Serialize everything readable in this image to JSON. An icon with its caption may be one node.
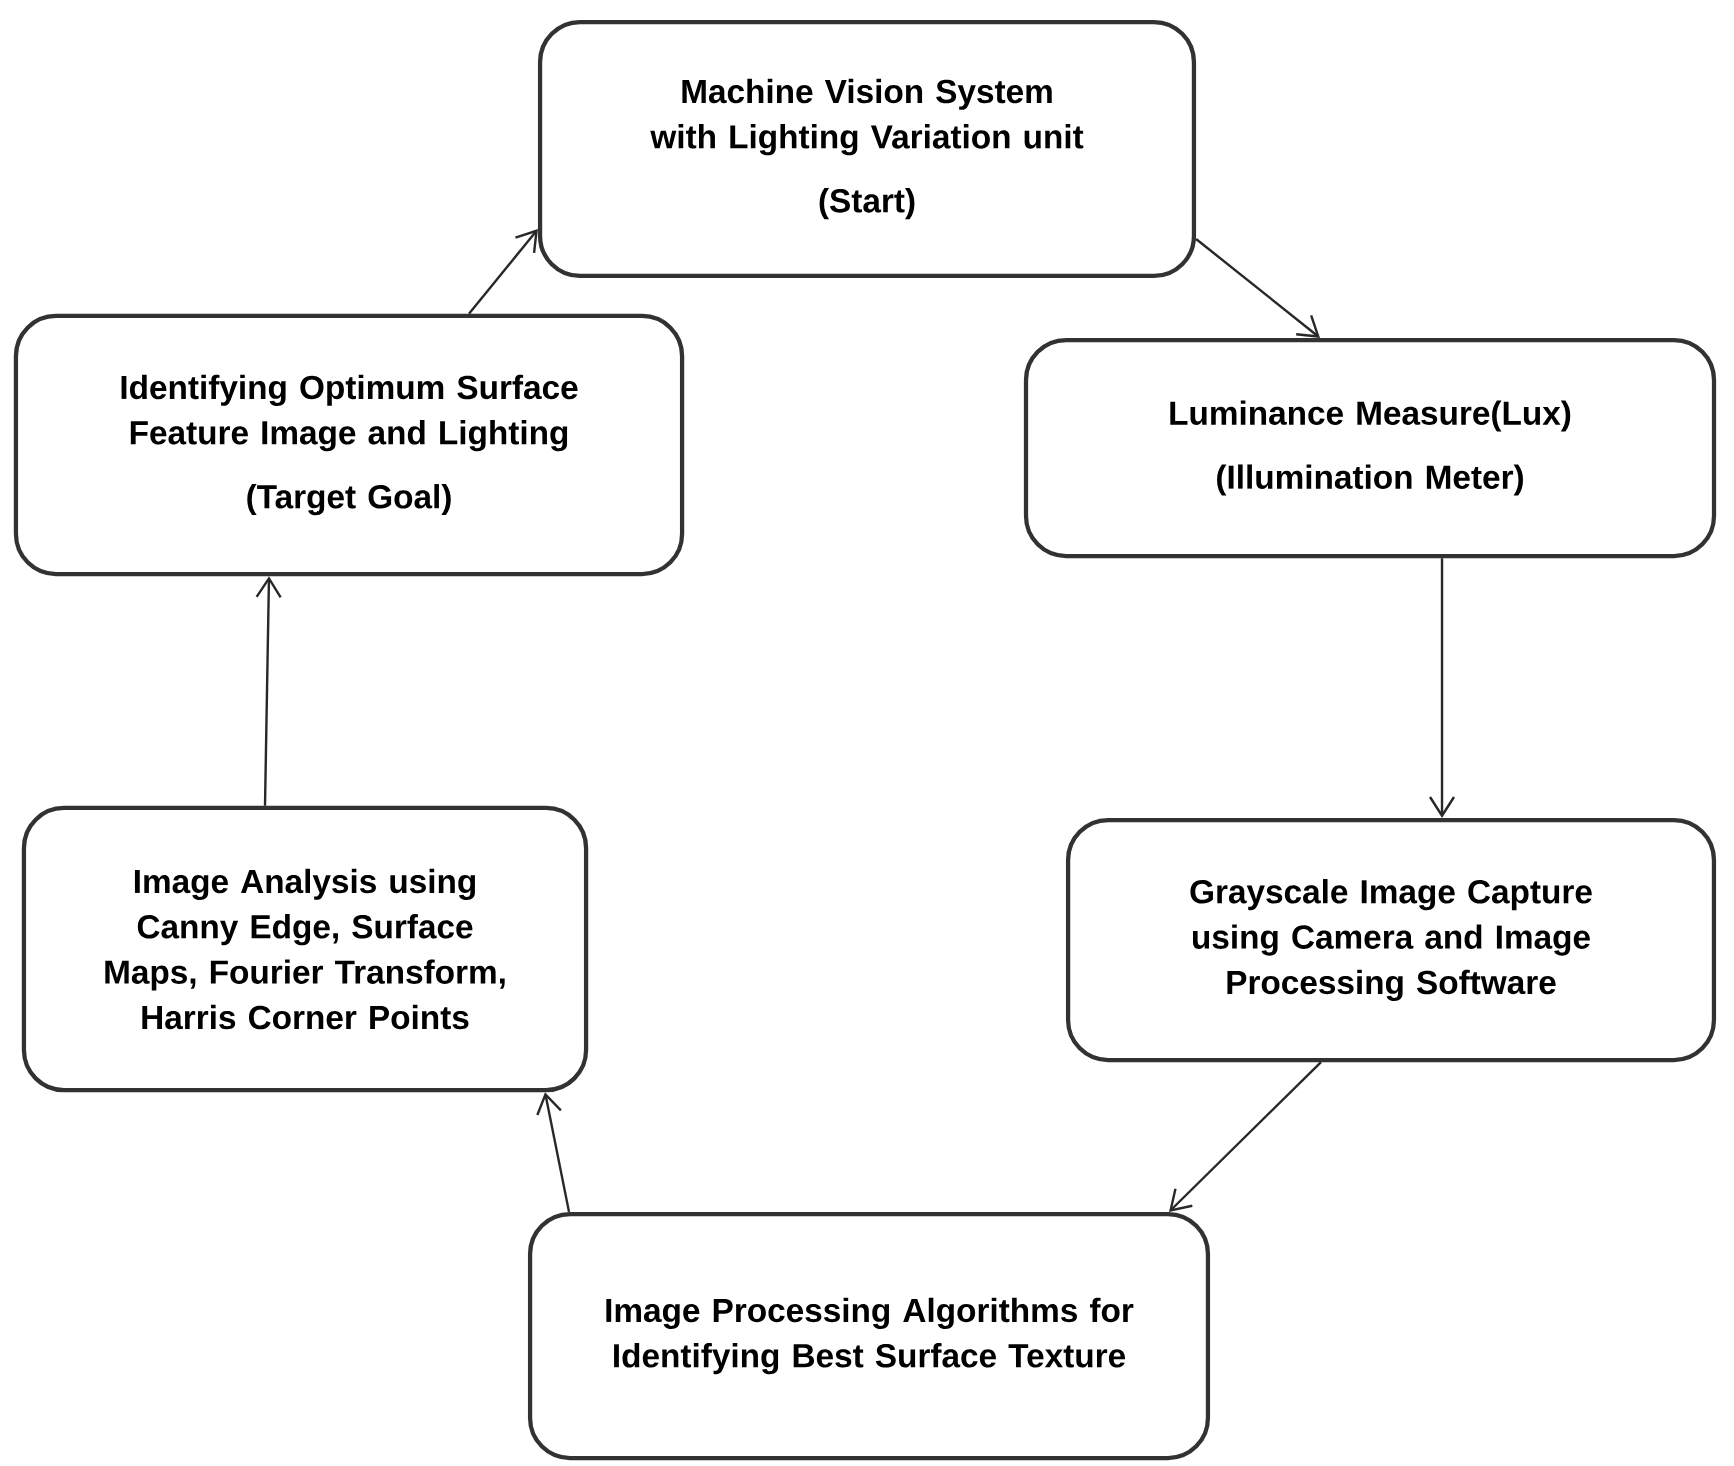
{
  "diagram": {
    "nodes": [
      {
        "text": [
          "Machine Vision System with Lighting Variation unit",
          "(Start)"
        ]
      },
      {
        "text": [
          "Luminance Measure(Lux)",
          "(Illumination Meter)"
        ]
      },
      {
        "text": [
          "Grayscale Image Capture using Camera and Image Processing Software"
        ]
      },
      {
        "text": [
          "Image Processing Algorithms for Identifying Best Surface Texture"
        ]
      },
      {
        "text": [
          "Image Analysis using Canny Edge, Surface Maps, Fourier Transform, Harris Corner Points"
        ]
      },
      {
        "text": [
          "Identifying Optimum Surface Feature Image and Lighting",
          "(Target Goal)"
        ]
      }
    ],
    "edges": [
      {
        "from": 0,
        "to": 1,
        "arrow": "to"
      },
      {
        "from": 1,
        "to": 2,
        "arrow": "to"
      },
      {
        "from": 2,
        "to": 3,
        "arrow": "to"
      },
      {
        "from": 3,
        "to": 4,
        "arrow": "to"
      },
      {
        "from": 4,
        "to": 5,
        "arrow": "to"
      },
      {
        "from": 5,
        "to": 0,
        "arrow": "to"
      }
    ]
  }
}
